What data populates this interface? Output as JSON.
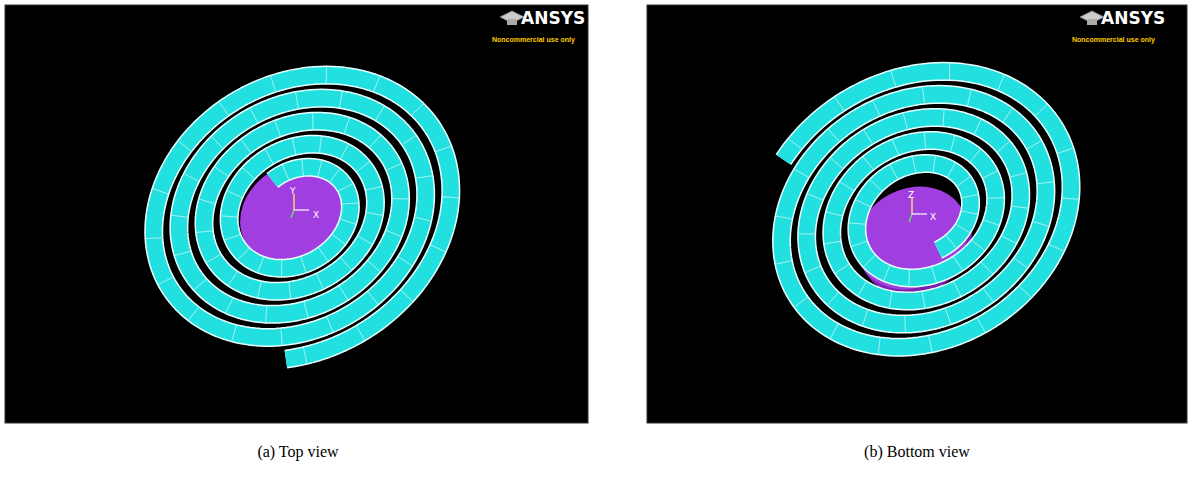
{
  "diagram": {
    "labels": [
      "ANSYS",
      "Noncommercial use only",
      "Y",
      "X",
      "(a) Top view",
      "ANSYS",
      "Noncommercial use only",
      "Z",
      "X",
      "(b) Bottom view"
    ]
  }
}
